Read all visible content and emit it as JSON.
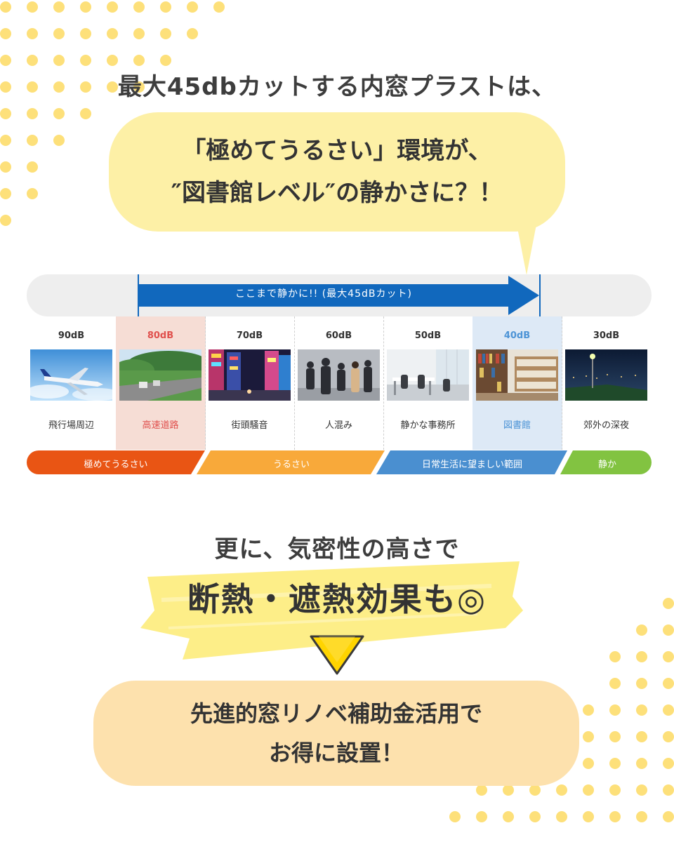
{
  "headline": "最大45dbカットする内窓プラストは、",
  "bubble": {
    "line1": "「極めてうるさい」環境が、",
    "line2": "″図書館レベル″の静かさに？！"
  },
  "arrow_label": "ここまで静かに!! (最大45dBカット)",
  "levels": [
    {
      "db": "90dB",
      "name": "飛行場周辺",
      "picture": "airplane"
    },
    {
      "db": "80dB",
      "name": "高速道路",
      "picture": "highway"
    },
    {
      "db": "70dB",
      "name": "街頭騒音",
      "picture": "city-night-street"
    },
    {
      "db": "60dB",
      "name": "人混み",
      "picture": "crowd"
    },
    {
      "db": "50dB",
      "name": "静かな事務所",
      "picture": "office"
    },
    {
      "db": "40dB",
      "name": "図書館",
      "picture": "library"
    },
    {
      "db": "30dB",
      "name": "郊外の深夜",
      "picture": "suburb-night"
    }
  ],
  "bands": [
    {
      "label": "極めてうるさい",
      "color": "#e95514"
    },
    {
      "label": "うるさい",
      "color": "#f8a93a"
    },
    {
      "label": "日常生活に望ましい範囲",
      "color": "#4a8fd0"
    },
    {
      "label": "静か",
      "color": "#82c341"
    }
  ],
  "sub1": "更に、気密性の高さで",
  "sub2": "断熱・遮熱効果も◎",
  "cta": {
    "line1": "先進的窓リノベ補助金活用で",
    "line2": "お得に設置！"
  },
  "colors": {
    "dot": "#fde07a",
    "bubble": "#fdf0a6",
    "arrow": "#1168bd",
    "highlight_red": "#e0504d",
    "highlight_blue": "#4d94d6",
    "cta": "#fde1ad",
    "triangle": "#ffd400"
  }
}
